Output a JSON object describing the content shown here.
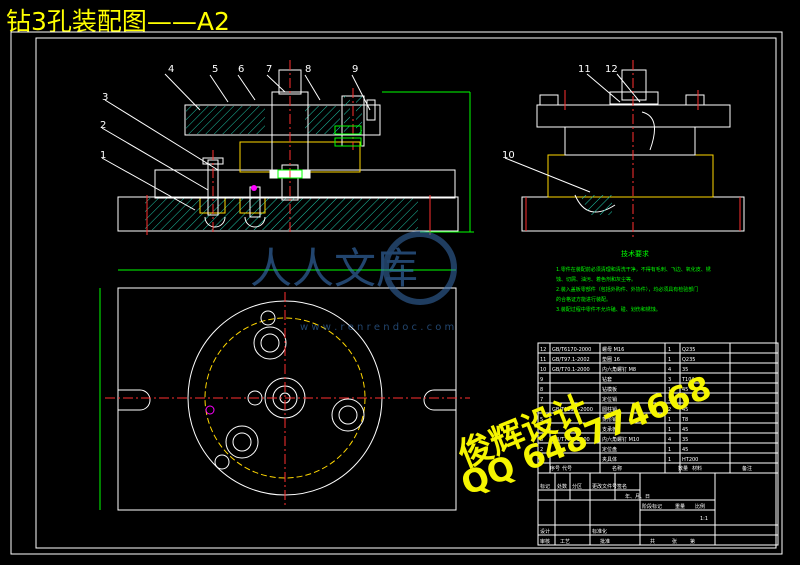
{
  "title": "钻3孔装配图——A2",
  "callouts": [
    "1",
    "2",
    "3",
    "4",
    "5",
    "6",
    "7",
    "8",
    "9",
    "10",
    "11",
    "12"
  ],
  "tech_notes": {
    "heading": "技术要求",
    "lines": [
      "1.零件在装配前必须清理和清洗干净，不得有毛刺、飞边、氧化皮、锈",
      "蚀、切屑、油污、着色剂和灰尘等。",
      "2.装入盖板零部件（包括外购件、外协件），均必须具有检验部门",
      "的合格证方能进行装配。",
      "3.装配过程中零件不允许磕、碰、划伤和锈蚀。"
    ]
  },
  "watermark": {
    "site": "人人文库",
    "url": "w w w . r e n r e n d o c . c o m",
    "author": "俊辉设计",
    "qq": "QQ 648774668"
  },
  "bom": {
    "header": [
      "序号",
      "代号",
      "名称",
      "数量",
      "材料",
      "备注"
    ],
    "rows": [
      [
        "12",
        "GB/T6170-2000",
        "螺母 M16",
        "1",
        "Q235",
        ""
      ],
      [
        "11",
        "GB/T97.1-2002",
        "垫圈 16",
        "1",
        "Q235",
        ""
      ],
      [
        "10",
        "GB/T70.1-2000",
        "内六角螺钉 M8",
        "4",
        "35",
        ""
      ],
      [
        "9",
        "",
        "钻套",
        "3",
        "T10A",
        ""
      ],
      [
        "8",
        "",
        "钻模板",
        "1",
        "45",
        ""
      ],
      [
        "7",
        "",
        "定位销",
        "1",
        "T8",
        ""
      ],
      [
        "6",
        "GB/T119.1-2000",
        "圆柱销",
        "2",
        "45",
        ""
      ],
      [
        "5",
        "",
        "菱形销",
        "1",
        "T8",
        ""
      ],
      [
        "4",
        "",
        "支承板",
        "1",
        "45",
        ""
      ],
      [
        "3",
        "GB/T70.1-2000",
        "内六角螺钉 M10",
        "4",
        "35",
        ""
      ],
      [
        "2",
        "",
        "定位盘",
        "1",
        "45",
        ""
      ],
      [
        "1",
        "",
        "夹具体",
        "1",
        "HT200",
        ""
      ]
    ]
  },
  "title_block": {
    "labels": [
      "标记",
      "处数",
      "分区",
      "更改文件号",
      "签名",
      "年、月、日",
      "设计",
      "标准化",
      "审核",
      "工艺",
      "批准",
      "阶段标记",
      "重量",
      "比例",
      "共",
      "张",
      "第"
    ],
    "scale": "1:1"
  }
}
